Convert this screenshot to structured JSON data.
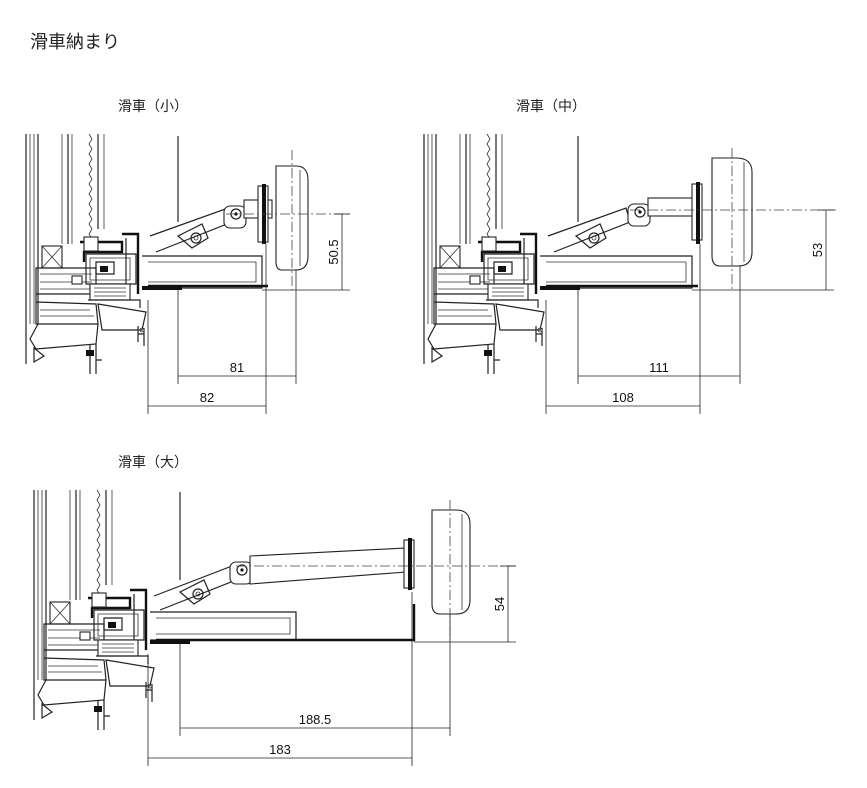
{
  "title": "滑車納まり",
  "sections": {
    "small": {
      "label": "滑車（小）",
      "dims": {
        "height": "50.5",
        "upper": "81",
        "lower": "82"
      }
    },
    "medium": {
      "label": "滑車（中）",
      "dims": {
        "height": "53",
        "upper": "111",
        "lower": "108"
      }
    },
    "large": {
      "label": "滑車（大）",
      "dims": {
        "height": "54",
        "upper": "188.5",
        "lower": "183"
      }
    }
  }
}
